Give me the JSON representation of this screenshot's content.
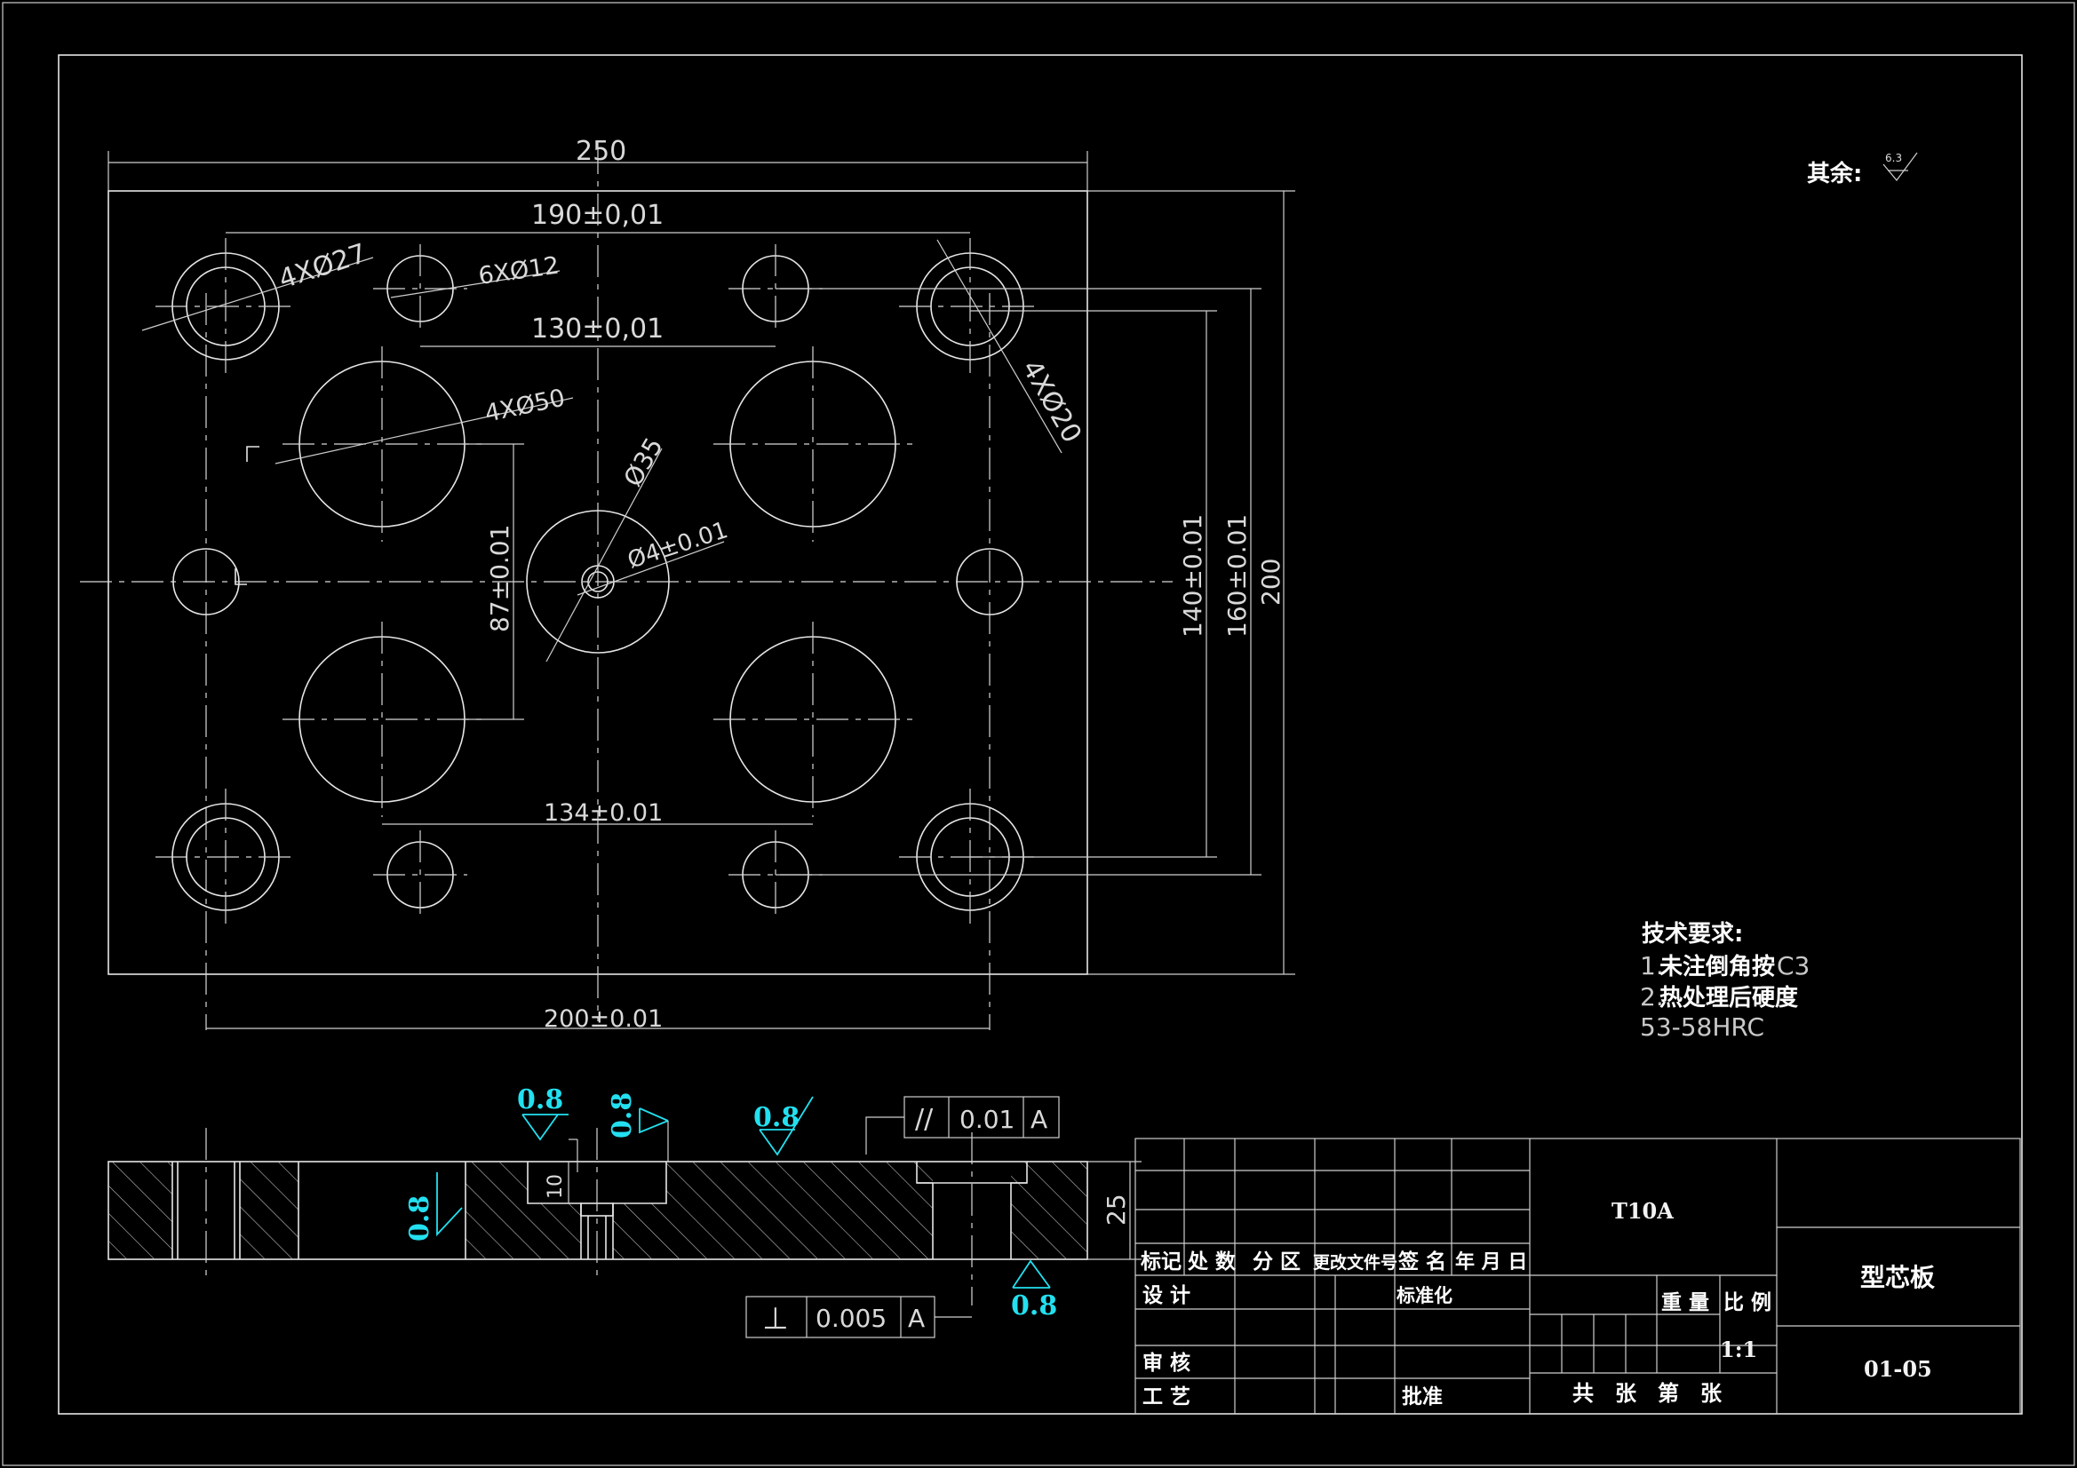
{
  "roughness_note": {
    "label": "其余:",
    "value": "6.3"
  },
  "dimensions": {
    "overall_width": "250",
    "hole_spacing_190": "190±0,01",
    "hole_spacing_130": "130±0,01",
    "hole_spacing_134": "134±0.01",
    "hole_spacing_200": "200±0.01",
    "hole_spacing_87": "87±0.01",
    "hole_spacing_140": "140±0.01",
    "hole_spacing_160": "160±0.01",
    "overall_height": "200",
    "callout_4x27": "4XØ27",
    "callout_6x12": "6XØ12",
    "callout_4x50": "4XØ50",
    "callout_4x20": "4XØ20",
    "callout_35": "Ø35",
    "callout_4": "Ø4±0.01",
    "section_thickness": "25",
    "section_depth": "10"
  },
  "surface_finish": [
    "0.8",
    "0.8",
    "0.8",
    "0.8",
    "0.8"
  ],
  "tolerances": {
    "parallel": {
      "symbol": "//",
      "value": "0.01",
      "datum": "A"
    },
    "perpendicular": {
      "symbol": "⊥",
      "value": "0.005",
      "datum": "A"
    }
  },
  "tech_requirements": {
    "title": "技术要求:",
    "item1_prefix": "1.",
    "item1_text": "未注倒角按",
    "item1_suffix": "C3",
    "item2_prefix": "2.",
    "item2_text": "热处理后硬度",
    "item2_value": "53-58HRC"
  },
  "title_block": {
    "material": "T10A",
    "part_name": "型芯板",
    "drawing_no": "01-05",
    "scale_value": "1:1",
    "sheet_info": "共　张　第　张",
    "col_biaoji": "标记",
    "col_chushu": "处 数",
    "col_fenqu": "分 区",
    "col_gengai": "更改文件号",
    "col_qianming": "签 名",
    "col_nianyueri": "年 月 日",
    "row_sheji": "设 计",
    "row_biaozhunhua": "标准化",
    "row_shenhe": "审 核",
    "row_gongyi": "工 艺",
    "row_pizhun": "批准",
    "weight": "重 量",
    "scale": "比 例"
  }
}
